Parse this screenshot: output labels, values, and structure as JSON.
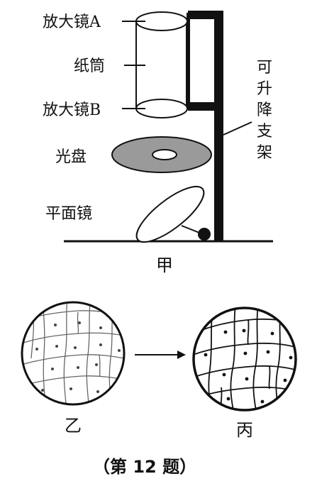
{
  "labels": {
    "magnifier_a": "放大镜A",
    "tube": "纸筒",
    "magnifier_b": "放大镜B",
    "disc": "光盘",
    "mirror": "平面镜",
    "stand_chars": [
      "可",
      "升",
      "降",
      "支",
      "架"
    ]
  },
  "panels": {
    "jia": "甲",
    "yi": "乙",
    "bing": "丙"
  },
  "caption": "（第 12 题）"
}
